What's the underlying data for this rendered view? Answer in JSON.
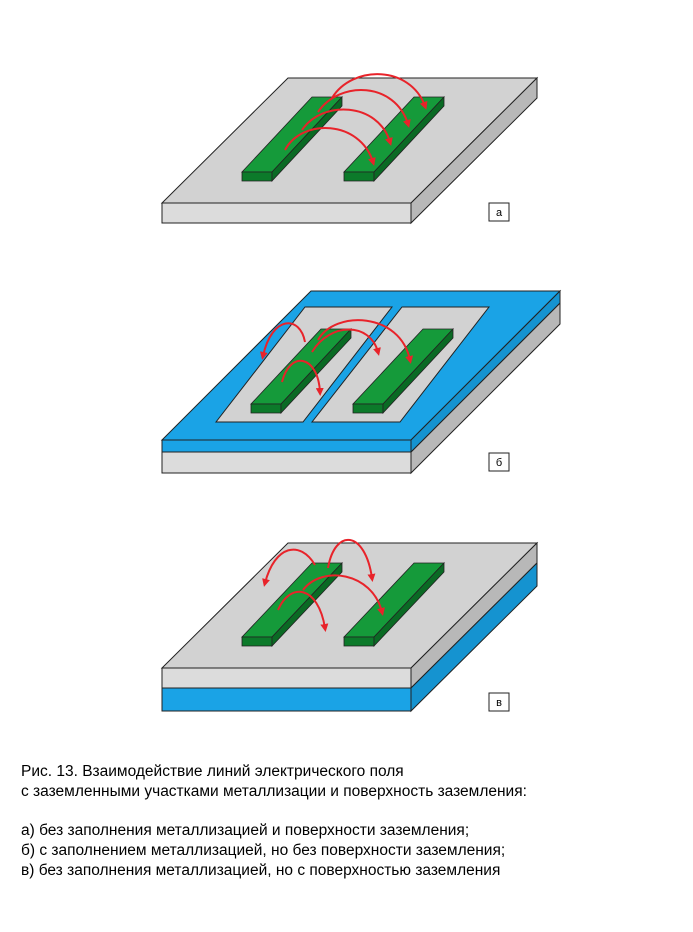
{
  "figure": {
    "panels": [
      {
        "label": "а",
        "metal_fill": false,
        "ground_plane": false
      },
      {
        "label": "б",
        "metal_fill": true,
        "ground_plane": false
      },
      {
        "label": "в",
        "metal_fill": false,
        "ground_plane": true
      }
    ],
    "colors": {
      "substrate_top": "#d2d2d2",
      "substrate_front": "#dcdcdc",
      "substrate_side": "#b8b8b8",
      "metal": "#1aa3e6",
      "trace_top": "#159a3a",
      "trace_front": "#0c7a2a",
      "field_line": "#e8232a",
      "outline": "#222222"
    }
  },
  "caption": {
    "title_line1": "Рис. 13. Взаимодействие линий электрического поля",
    "title_line2": "с заземленными участками металлизации и поверхность заземления:",
    "item_a": "а) без заполнения металлизацией и поверхности заземления;",
    "item_b": "б) с заполнением металлизацией, но без поверхности заземления;",
    "item_c": "в) без заполнения металлизацией, но с поверхностью заземления"
  }
}
